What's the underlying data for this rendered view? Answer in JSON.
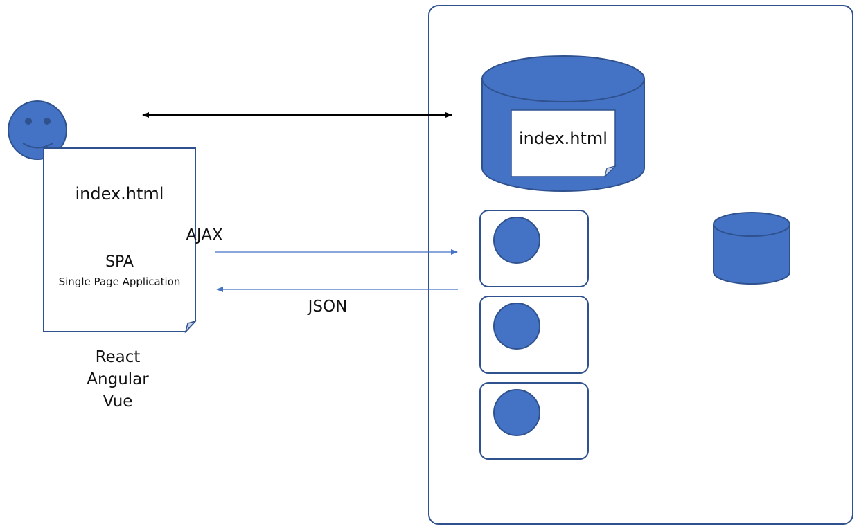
{
  "client": {
    "document_title": "index.html",
    "spa_label": "SPA",
    "spa_subtitle": "Single Page Application",
    "frameworks": [
      "React",
      "Angular",
      "Vue"
    ]
  },
  "arrows": {
    "request_label": "AJAX",
    "response_label": "JSON"
  },
  "server": {
    "static_store_document": "index.html"
  },
  "colors": {
    "shape_fill": "#4472c4",
    "shape_stroke": "#2f528f",
    "arrow_blue": "#4472c4",
    "arrow_black": "#000000",
    "container_border": "#2f528f"
  }
}
